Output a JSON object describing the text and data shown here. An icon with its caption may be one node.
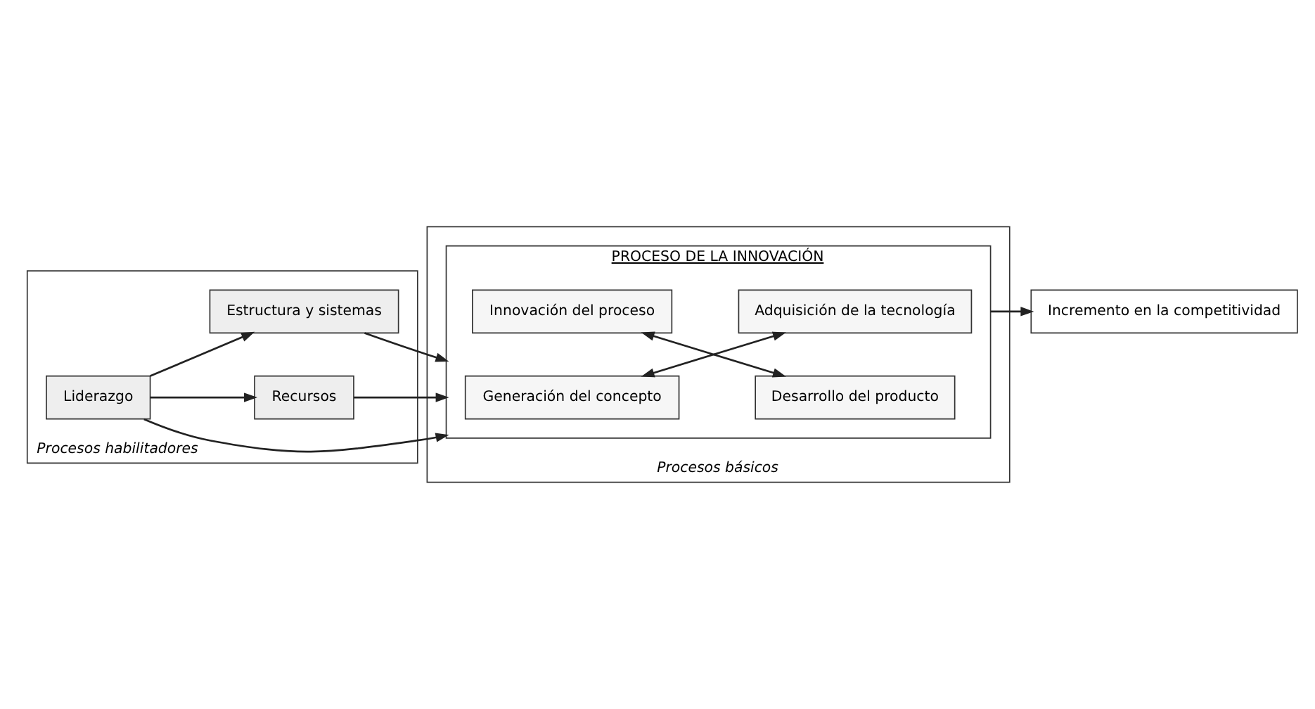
{
  "diagram": {
    "nodes": [
      {
        "text": [
          "Procesos habilitadores"
        ]
      },
      {
        "text": [
          "Liderazgo"
        ],
        "in": 0
      },
      {
        "text": [
          "Recursos"
        ],
        "in": 0
      },
      {
        "text": [
          "Estructura y sistemas"
        ],
        "in": 0
      },
      {
        "text": [
          "Procesos básicos"
        ]
      },
      {
        "text": [
          "PROCESO DE LA INNOVACIÓN"
        ],
        "in": 4
      },
      {
        "text": [
          "Generación del concepto"
        ],
        "in": 5
      },
      {
        "text": [
          "Desarrollo del producto"
        ],
        "in": 5
      },
      {
        "text": [
          "Innovación del proceso"
        ],
        "in": 5
      },
      {
        "text": [
          "Adquisición de la tecnología"
        ],
        "in": 5
      },
      {
        "text": [
          "Incremento en la competitividad"
        ]
      }
    ],
    "edges": [
      {
        "from": 1,
        "to": 2,
        "arrow": "to"
      },
      {
        "from": 1,
        "to": 5,
        "arrow": "to"
      },
      {
        "from": 1,
        "to": 3,
        "arrow": "to"
      },
      {
        "from": 2,
        "to": 5,
        "arrow": "to"
      },
      {
        "from": 3,
        "to": 5,
        "arrow": "to"
      },
      {
        "from": 6,
        "to": 9,
        "arrow": "both"
      },
      {
        "from": 7,
        "to": 8,
        "arrow": "both"
      },
      {
        "from": 5,
        "to": 10,
        "arrow": "to"
      }
    ]
  }
}
